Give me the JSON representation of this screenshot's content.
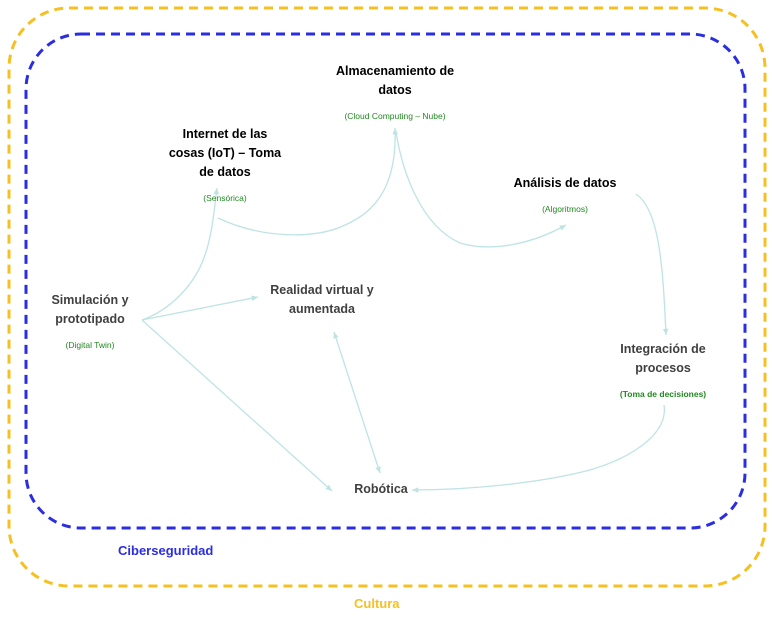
{
  "colors": {
    "outer_frame": "#F6C022",
    "inner_frame": "#2B2EE0",
    "connector": "#BFE3E3",
    "subtitle": "#1F8A1F"
  },
  "frames": {
    "outer_label": "Cultura",
    "inner_label": "Ciberseguridad"
  },
  "nodes": {
    "almacenamiento": {
      "title_line1": "Almacenamiento de",
      "title_line2": "datos",
      "subtitle": "(Cloud Computing – Nube)"
    },
    "iot": {
      "title_line1": "Internet de las",
      "title_line2": "cosas (IoT) – Toma",
      "title_line3": "de datos",
      "subtitle": "(Sensórica)"
    },
    "analisis": {
      "title_line1": "Análisis de datos",
      "subtitle": "(Algoritmos)"
    },
    "simulacion": {
      "title_line1": "Simulación y",
      "title_line2": "prototipado",
      "subtitle": "(Digital Twin)"
    },
    "realidad": {
      "title_line1": "Realidad virtual y",
      "title_line2": "aumentada"
    },
    "integracion": {
      "title_line1": "Integración de",
      "title_line2": "procesos",
      "subtitle": "(Toma de decisiones)"
    },
    "robotica": {
      "title_line1": "Robótica"
    }
  }
}
